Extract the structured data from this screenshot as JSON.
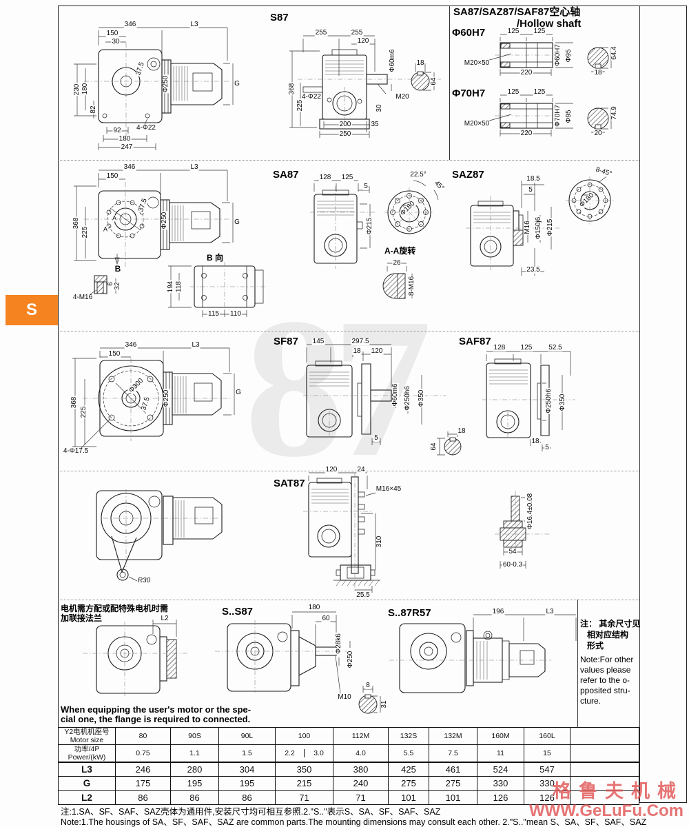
{
  "page": {
    "tab": "S",
    "watermark": "87",
    "brand_cn": "格鲁夫机械",
    "brand_url": "WWW.GeLuFu.Com"
  },
  "r1": {
    "title": "S87",
    "front": {
      "dims": [
        "346",
        "L3",
        "150",
        "30",
        "37.5",
        "230",
        "180",
        "82",
        "92",
        "4-Φ22",
        "180",
        "247",
        "Φ250",
        "G"
      ]
    },
    "side": {
      "dims": [
        "255",
        "255",
        "120",
        "368",
        "225",
        "4-Φ22",
        "M20",
        "Φ60m6",
        "30",
        "200",
        "35",
        "250",
        "18",
        "64"
      ]
    },
    "hollow": {
      "title_cn": "SA87/SAZ87/SAF87空心轴",
      "title_en": "/Hollow shaft",
      "s60": {
        "label": "Φ60H7",
        "dims": [
          "125",
          "125",
          "M20×50",
          "220",
          "Φ60H7",
          "Φ95",
          "64.4",
          "18"
        ]
      },
      "s70": {
        "label": "Φ70H7",
        "dims": [
          "125",
          "125",
          "M20×50",
          "220",
          "Φ70H7",
          "Φ95",
          "74.9",
          "20"
        ]
      }
    }
  },
  "r2": {
    "title": "SA87",
    "front": {
      "dims": [
        "346",
        "L3",
        "150",
        "368",
        "225",
        "37.5",
        "Φ250",
        "G",
        "A",
        "A",
        "B"
      ]
    },
    "detail": {
      "dims": [
        "4-M16",
        "6",
        "32"
      ]
    },
    "bview": {
      "title": "B 向",
      "dims": [
        "194",
        "118",
        "115",
        "110"
      ]
    },
    "side": {
      "dims": [
        "128",
        "125",
        "5",
        "Φ215"
      ]
    },
    "flange": {
      "dims": [
        "22.5°",
        "45°",
        "Φ180"
      ]
    },
    "aa": {
      "title": "A-A旋转",
      "dims": [
        "26",
        "8-M16"
      ]
    },
    "saz": {
      "title": "SAZ87",
      "dims": [
        "18.5",
        "5",
        "M16",
        "Φ150j6",
        "Φ215",
        "23.5"
      ],
      "flange": [
        "8-45°",
        "Φ180"
      ]
    }
  },
  "r3": {
    "title": "SF87",
    "title2": "SAF87",
    "front": {
      "dims": [
        "346",
        "L3",
        "150",
        "Φ300",
        "37.5",
        "Φ250",
        "G",
        "368",
        "225",
        "4-Φ17.5"
      ]
    },
    "side": {
      "dims": [
        "145",
        "297.5",
        "18",
        "120",
        "Φ60m6",
        "Φ250h6",
        "Φ350",
        "5",
        "18",
        "64"
      ]
    },
    "saf": {
      "dims": [
        "128",
        "125",
        "52.5",
        "Φ250h6",
        "Φ350",
        "18",
        "5"
      ]
    }
  },
  "r4": {
    "title": "SAT87",
    "left": {
      "dims": [
        "R30"
      ]
    },
    "side": {
      "dims": [
        "120",
        "24",
        "M16×45",
        "310",
        "25.5"
      ]
    },
    "bush": {
      "dims": [
        "Φ16.4±0.08",
        "54",
        "60-0.3"
      ]
    }
  },
  "r5": {
    "note_cn1": "电机需方配或配特殊电机时需",
    "note_cn2": "加联接法兰",
    "l2": "L2",
    "note_en1": "When equipping the user's motor or the spe-",
    "note_en2": "cial one, the flange is required to connected.",
    "ss87": {
      "title": "S..S87",
      "dims": [
        "180",
        "60",
        "Φ28k6",
        "Φ250",
        "M10",
        "8",
        "31"
      ]
    },
    "r57": {
      "title": "S..87R57",
      "dims": [
        "196",
        "L3"
      ]
    },
    "side_note": {
      "lines": [
        "注： 其余尺寸见",
        "相对应结构",
        "形式",
        "Note:For other",
        "values please",
        "refer to the o-",
        "pposited stru-",
        "cture."
      ]
    }
  },
  "table": {
    "motor_cn": "Y2电机机座号",
    "motor_en": "Motor size",
    "power_cn": "功率/4P",
    "power_en": "Power/(kW)",
    "sizes": [
      "80",
      "90S",
      "90L",
      "100",
      "112M",
      "132S",
      "132M",
      "160M",
      "160L"
    ],
    "power": [
      "0.75",
      "1.1",
      "1.5",
      "2.2",
      "3.0",
      "4.0",
      "5.5",
      "7.5",
      "11",
      "15"
    ],
    "rows": [
      {
        "label": "L3",
        "values": [
          "246",
          "280",
          "304",
          "350",
          "380",
          "425",
          "461",
          "524",
          "547"
        ]
      },
      {
        "label": "G",
        "values": [
          "175",
          "195",
          "195",
          "215",
          "240",
          "275",
          "275",
          "330",
          "330"
        ]
      },
      {
        "label": "L2",
        "values": [
          "86",
          "86",
          "86",
          "71",
          "71",
          "101",
          "101",
          "126",
          "126"
        ]
      }
    ]
  },
  "footnotes": {
    "cn": "注:1.SA、SF、SAF、SAZ壳体为通用件,安装尺寸均可相互参照.2.\"S..\"表示S、SA、SF、SAF、SAZ",
    "en": "Note:1.The housings of SA、SF、SAF、SAZ are common parts.The mounting dimensions may consult each other. 2.\"S..\"mean S、SA、SF、SAF、SAZ"
  }
}
